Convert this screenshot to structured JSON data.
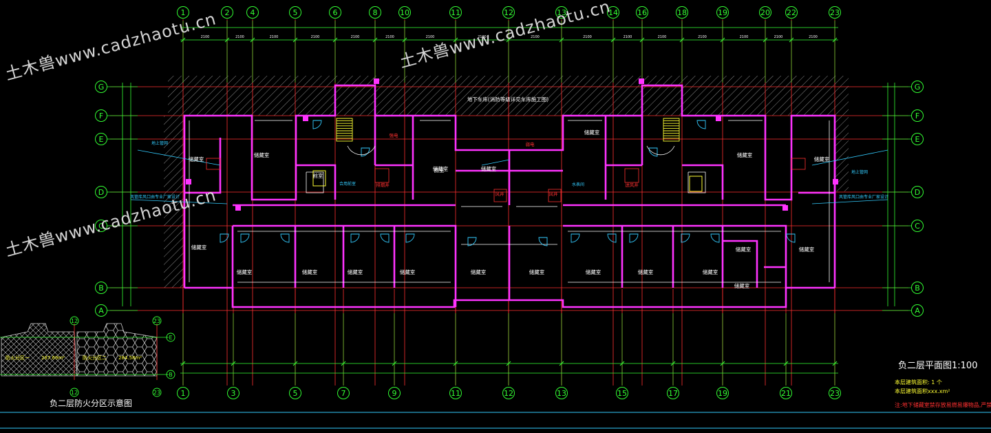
{
  "drawing": {
    "colors": {
      "background": "#000000",
      "axis_line": "#ff3030",
      "grid_bubble": "#33ff33",
      "dimension": "#33ff33",
      "wall": "#ff33ff",
      "partition": "#ffffff",
      "door": "#33ccff",
      "stair": "#ffff33",
      "hatch": "#9a9a9a",
      "label": "#ffffff",
      "red_label": "#ff3030"
    },
    "top_axis_labels": [
      "1",
      "2",
      "4",
      "5",
      "6",
      "8",
      "10",
      "11",
      "12",
      "13",
      "14",
      "16",
      "18",
      "19",
      "20",
      "22",
      "23"
    ],
    "bottom_axis_labels": [
      "1",
      "3",
      "5",
      "7",
      "9",
      "11",
      "12",
      "13",
      "15",
      "17",
      "19",
      "21",
      "23"
    ],
    "row_axis_labels": [
      "G",
      "F",
      "E",
      "D",
      "C",
      "B",
      "A"
    ],
    "room_labels": [
      "储藏室",
      "储藏室",
      "储藏室",
      "储藏室",
      "储藏室",
      "储藏室",
      "储藏室",
      "储藏室",
      "储藏室",
      "储藏室",
      "储藏室",
      "储藏室",
      "储藏室",
      "储藏室",
      "储藏室",
      "储藏室",
      "储藏室",
      "储藏室",
      "储藏室",
      "储藏室",
      "前室",
      "前室"
    ],
    "top_banner": "地下车库(消防等级详见车库施工图)",
    "red_labels": [
      "强电",
      "弱电",
      "风井",
      "风井",
      "送风井",
      "排烟井"
    ],
    "small_notes": [
      "地上管网",
      "地上管网",
      "风管库风口由专业厂家设计",
      "风管库风口由专业厂家设计",
      "水表间",
      "合用前室"
    ],
    "plan_title": "负二层平面图1:100",
    "plan_notes": [
      "本层建筑面积: 1 个",
      "本层建筑面积xxx.xm²"
    ],
    "plan_warning": "注:地下储藏室禁存放易燃易爆物品,严禁作为居住使用等。",
    "fire_zone_title": "负二层防火分区示意图",
    "fire_zones": [
      {
        "label": "防火分区一",
        "area": "287.69m²"
      },
      {
        "label": "防火分区二",
        "area": "284.58m²"
      }
    ],
    "fire_zone_axes": {
      "columns": [
        "12",
        "23"
      ],
      "rows": [
        "E",
        "B"
      ],
      "bottom": [
        "12",
        "23"
      ]
    },
    "watermark": [
      "土木兽www.cadzhaotu.cn",
      "土木兽www.cadzhaotu.cn",
      "土木兽www.cadzhaotu.cn"
    ]
  }
}
